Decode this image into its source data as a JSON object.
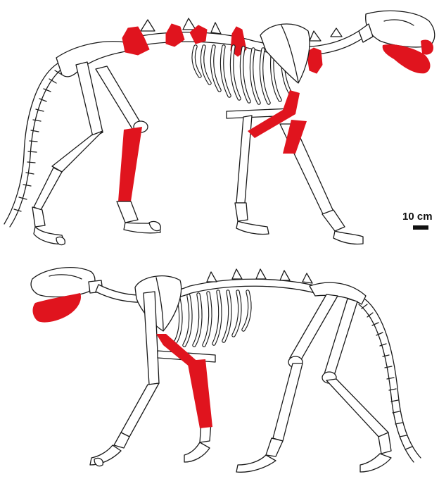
{
  "scale_bar": {
    "label": "10 cm"
  },
  "colors": {
    "preserved_bone": "#e0141e",
    "outline": "#1a1a1a",
    "background": "#ffffff"
  },
  "skeletons": [
    {
      "id": "top",
      "facing": "right"
    },
    {
      "id": "bottom",
      "facing": "left"
    }
  ]
}
